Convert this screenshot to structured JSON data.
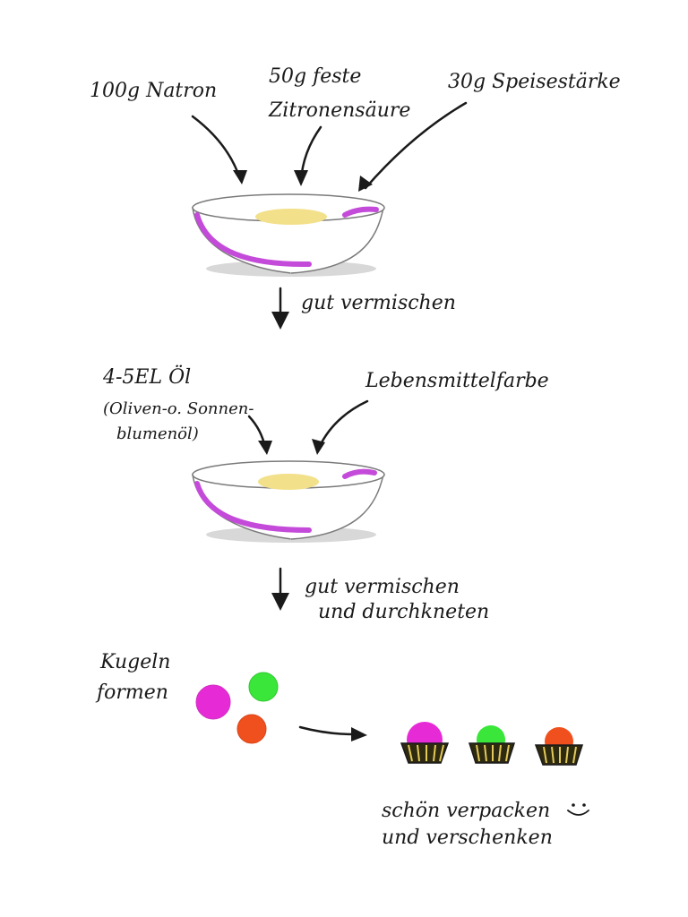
{
  "ingredients_step1": {
    "natron": "100g Natron",
    "citric_line1": "50g feste",
    "citric_line2": "Zitronensäure",
    "starch": "30g Speisestärke"
  },
  "step1_instruction": "gut vermischen",
  "ingredients_step2": {
    "oil": "4-5EL Öl",
    "oil_note_line1": "(Oliven-o. Sonnen-",
    "oil_note_line2": "blumenöl)",
    "coloring": "Lebensmittelfarbe"
  },
  "step2_instruction_line1": "gut vermischen",
  "step2_instruction_line2": "und durchkneten",
  "step3_line1": "Kugeln",
  "step3_line2": "formen",
  "final_line1": "schön verpacken",
  "final_line2": "und verschenken",
  "smiley": ":)",
  "colors": {
    "magenta": "#e62bd6",
    "green": "#39e639",
    "orange": "#f0501e",
    "yellow_powder": "#f3e08a",
    "purple_streak": "#c44bd9",
    "cup_gold": "#e3c95a"
  },
  "balls": [
    "magenta",
    "green",
    "orange"
  ],
  "wrapped_balls": [
    "magenta",
    "green",
    "orange"
  ]
}
